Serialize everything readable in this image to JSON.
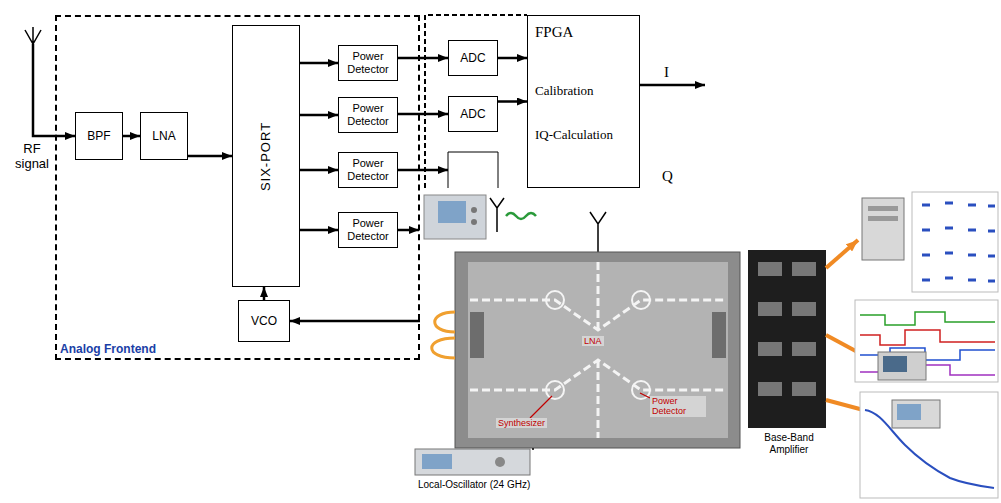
{
  "diagram": {
    "nodes": [
      {
        "text": [
          "Analog Frontend"
        ]
      },
      {
        "text": [
          "BPF"
        ],
        "in": 0
      },
      {
        "text": [
          "LNA"
        ],
        "in": 0
      },
      {
        "text": [
          "SIX-PORT"
        ],
        "in": 0
      },
      {
        "text": [
          "Power Detector"
        ],
        "in": 0
      },
      {
        "text": [
          "Power Detector"
        ],
        "in": 0
      },
      {
        "text": [
          "Power Detector"
        ],
        "in": 0
      },
      {
        "text": [
          "Power Detector"
        ],
        "in": 0
      },
      {
        "text": [
          "VCO"
        ],
        "in": 0
      },
      {
        "text": [
          "ADC"
        ]
      },
      {
        "text": [
          "ADC"
        ]
      },
      {
        "text": [
          "FPGA",
          "Calibration",
          "IQ-Calculation"
        ]
      }
    ],
    "edges": [
      {
        "from": 1,
        "to": 2,
        "arrow": "to"
      },
      {
        "from": 2,
        "to": 3,
        "arrow": "to"
      },
      {
        "from": 3,
        "to": 4,
        "arrow": "to"
      },
      {
        "from": 3,
        "to": 5,
        "arrow": "to"
      },
      {
        "from": 3,
        "to": 6,
        "arrow": "to"
      },
      {
        "from": 3,
        "to": 7,
        "arrow": "to"
      },
      {
        "from": 8,
        "to": 3,
        "arrow": "to"
      },
      {
        "from": 4,
        "to": 9,
        "arrow": "to"
      },
      {
        "from": 5,
        "to": 10,
        "arrow": "to"
      },
      {
        "from": 9,
        "to": 11,
        "arrow": "to"
      },
      {
        "from": 10,
        "to": 11,
        "arrow": "to"
      }
    ],
    "labels": [
      "RF signal",
      "I",
      "Q",
      "LNA",
      "Synthesizer",
      "Power Detector",
      "Base-Band Amplifier",
      "Local-Oscillator (24 GHz)"
    ]
  }
}
